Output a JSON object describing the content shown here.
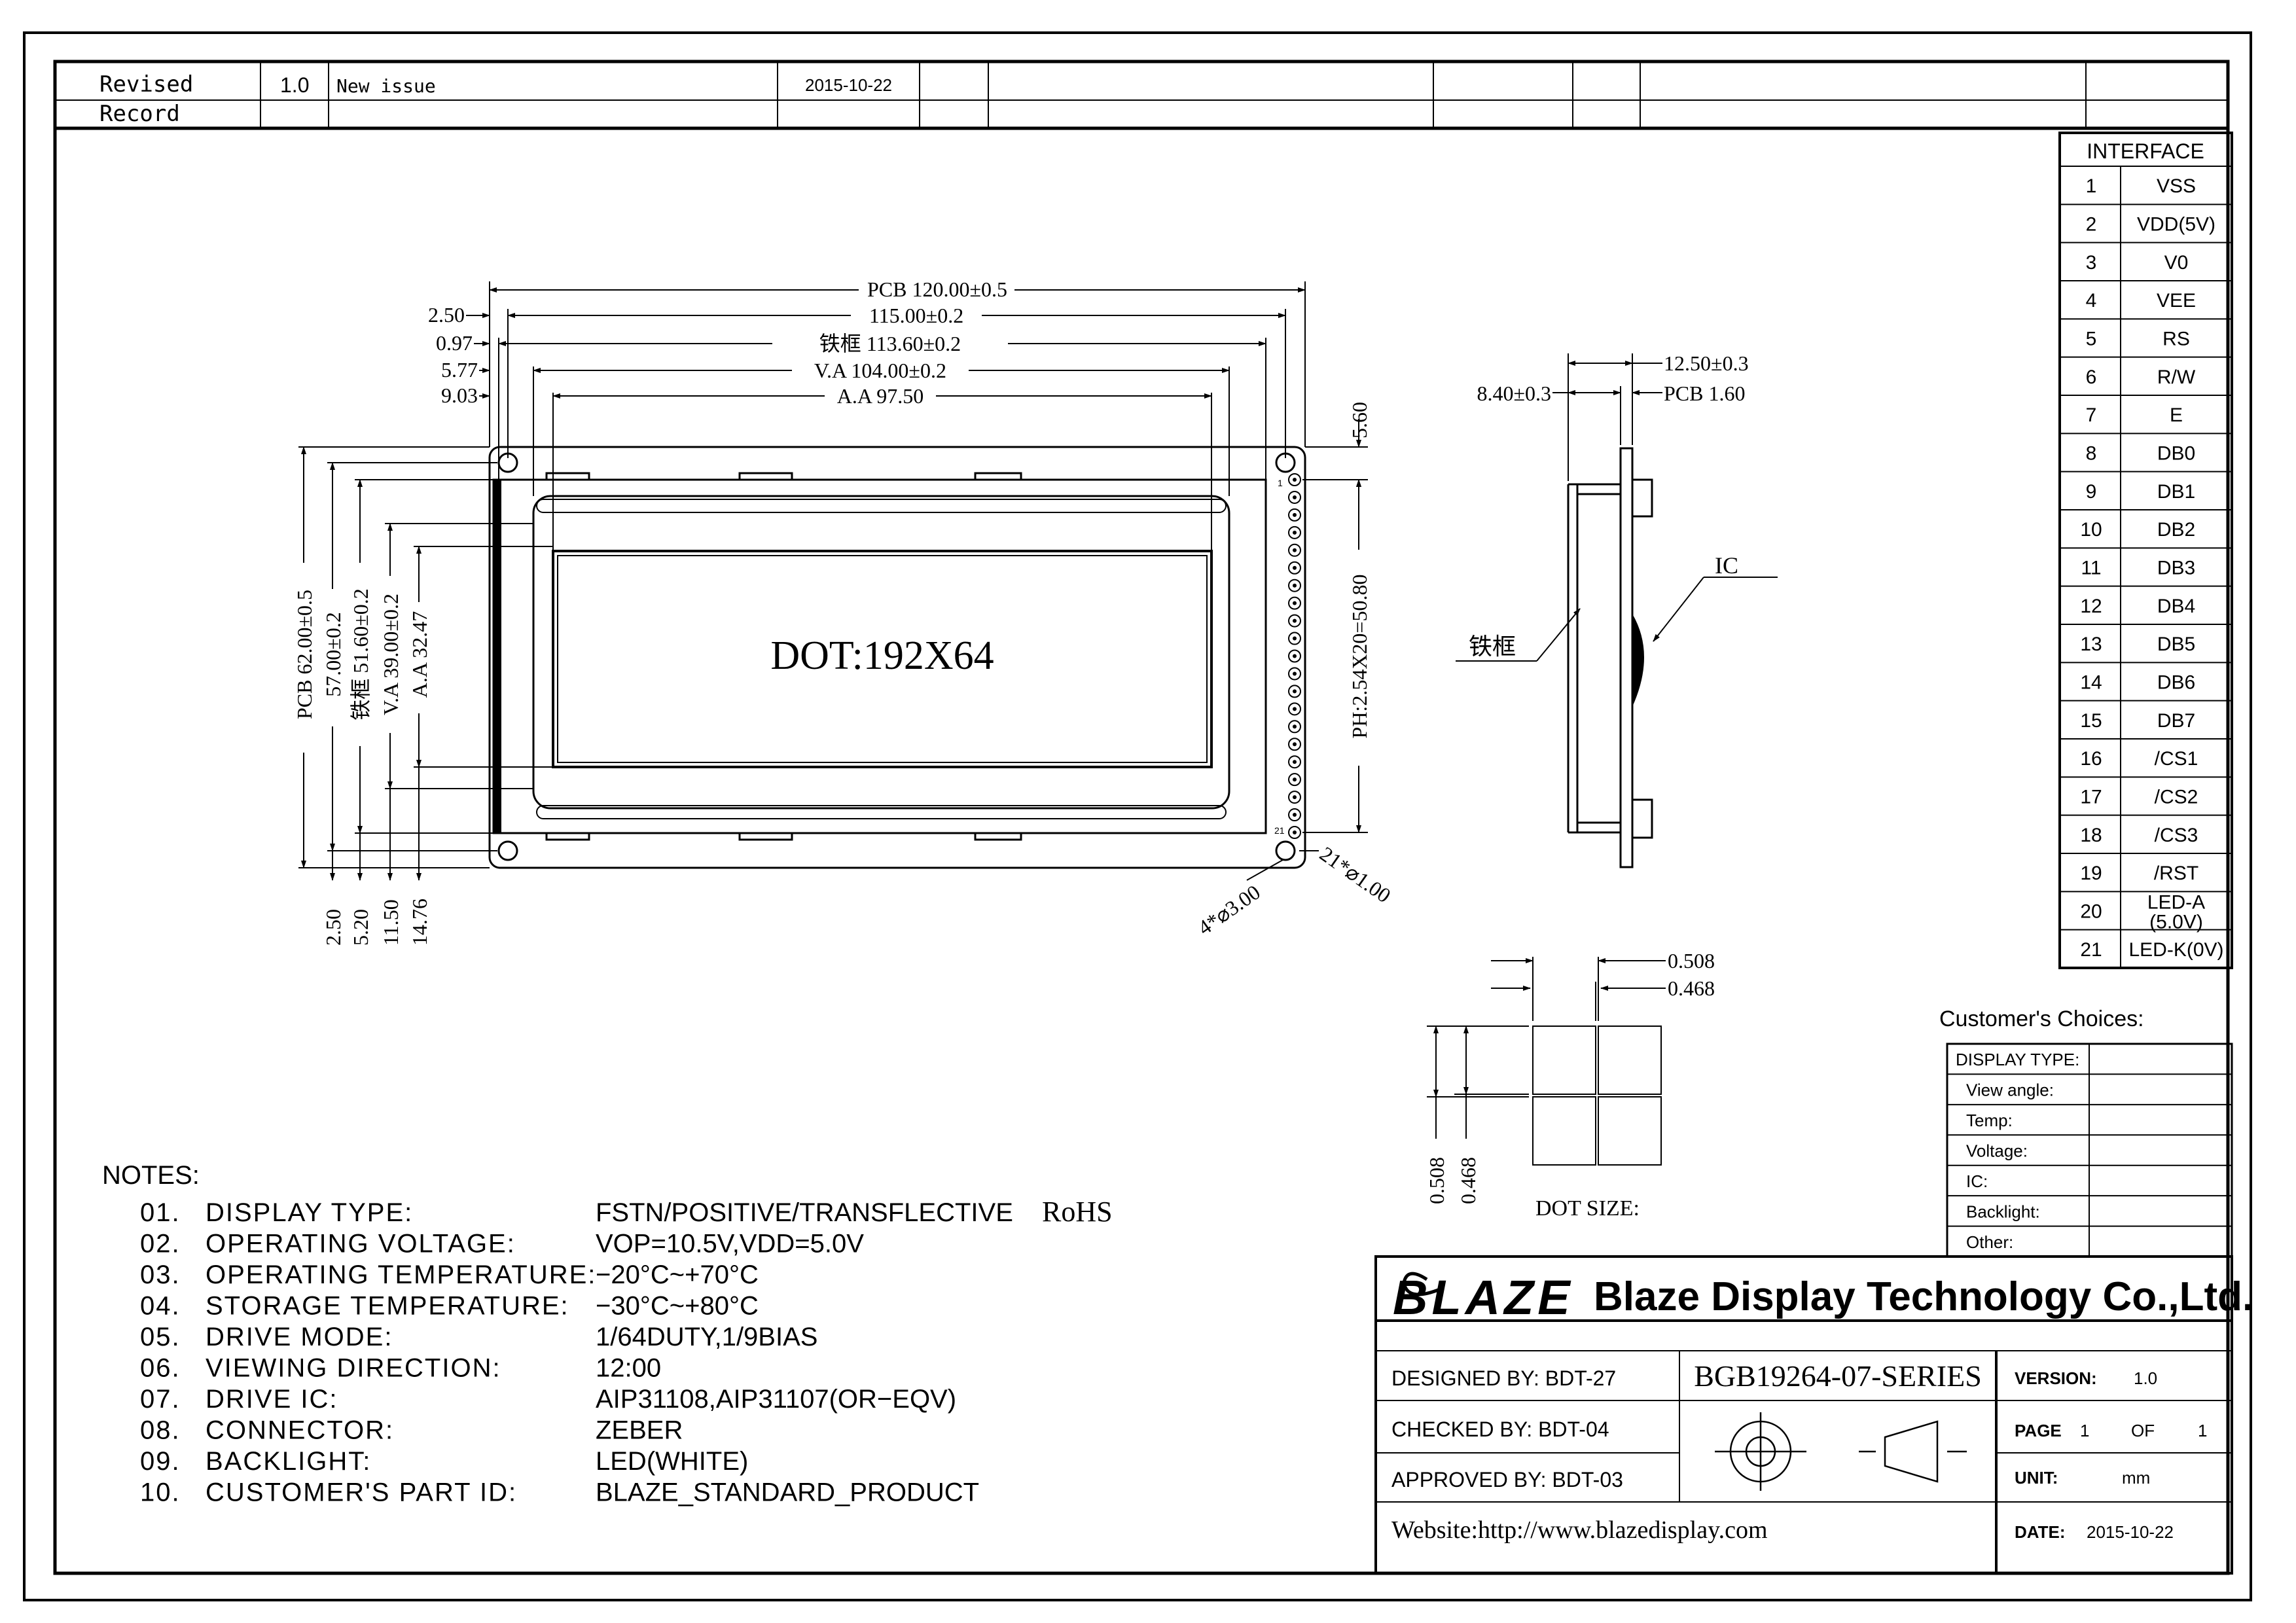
{
  "revision": {
    "label_line1": "Revised",
    "label_line2": "Record",
    "version": "1.0",
    "description": "New issue",
    "date": "2015-10-22"
  },
  "interface": {
    "title": "INTERFACE",
    "pins": [
      {
        "no": "1",
        "name": "VSS"
      },
      {
        "no": "2",
        "name": "VDD(5V)"
      },
      {
        "no": "3",
        "name": "V0"
      },
      {
        "no": "4",
        "name": "VEE"
      },
      {
        "no": "5",
        "name": "RS"
      },
      {
        "no": "6",
        "name": "R/W"
      },
      {
        "no": "7",
        "name": "E"
      },
      {
        "no": "8",
        "name": "DB0"
      },
      {
        "no": "9",
        "name": "DB1"
      },
      {
        "no": "10",
        "name": "DB2"
      },
      {
        "no": "11",
        "name": "DB3"
      },
      {
        "no": "12",
        "name": "DB4"
      },
      {
        "no": "13",
        "name": "DB5"
      },
      {
        "no": "14",
        "name": "DB6"
      },
      {
        "no": "15",
        "name": "DB7"
      },
      {
        "no": "16",
        "name": "/CS1"
      },
      {
        "no": "17",
        "name": "/CS2"
      },
      {
        "no": "18",
        "name": "/CS3"
      },
      {
        "no": "19",
        "name": "/RST"
      },
      {
        "no": "20",
        "name": "LED-A",
        "name2": "(5.0V)"
      },
      {
        "no": "21",
        "name": "LED-K(0V)"
      }
    ]
  },
  "front_view": {
    "dims_top": [
      "PCB 120.00±0.5",
      "115.00±0.2",
      "铁框 113.60±0.2",
      "V.A 104.00±0.2",
      "A.A 97.50"
    ],
    "dims_top_left": [
      "2.50",
      "0.97",
      "5.77",
      "9.03"
    ],
    "dims_left": [
      "PCB 62.00±0.5",
      "57.00±0.2",
      "铁框 51.60±0.2",
      "V.A 39.00±0.2",
      "A.A 32.47"
    ],
    "dims_bottom": [
      "2.50",
      "5.20",
      "11.50",
      "14.76"
    ],
    "dim_right_top": "5.60",
    "pin_pitch": "PH:2.54X20=50.80",
    "hole_spec": "4*⌀3.00",
    "pin_spec": "21*⌀1.00",
    "pin_first": "1",
    "pin_last": "21",
    "dot_label": "DOT:192X64"
  },
  "side_view": {
    "thickness": "12.50±0.3",
    "frame_depth": "8.40±0.3",
    "pcb": "PCB 1.60",
    "ic_label": "IC",
    "frame_label": "铁框"
  },
  "dot_size": {
    "pitch": "0.508",
    "size": "0.468",
    "label": "DOT SIZE:"
  },
  "customer": {
    "title": "Customer's Choices:",
    "rows": [
      "DISPLAY TYPE:",
      "View angle:",
      "Temp:",
      "Voltage:",
      "IC:",
      "Backlight:",
      "Other:"
    ]
  },
  "notes": {
    "title": "NOTES:",
    "items": [
      {
        "no": "01.",
        "label": "DISPLAY TYPE:",
        "value": "FSTN/POSITIVE/TRANSFLECTIVE",
        "extra": "RoHS"
      },
      {
        "no": "02.",
        "label": "OPERATING VOLTAGE:",
        "value": "VOP=10.5V,VDD=5.0V"
      },
      {
        "no": "03.",
        "label": "OPERATING TEMPERATURE:",
        "value": "−20°C~+70°C"
      },
      {
        "no": "04.",
        "label": "STORAGE TEMPERATURE:",
        "value": "−30°C~+80°C"
      },
      {
        "no": "05.",
        "label": "DRIVE MODE:",
        "value": "1/64DUTY,1/9BIAS"
      },
      {
        "no": "06.",
        "label": "VIEWING DIRECTION:",
        "value": "12:00"
      },
      {
        "no": "07.",
        "label": "DRIVE IC:",
        "value": "AIP31108,AIP31107(OR−EQV)"
      },
      {
        "no": "08.",
        "label": "CONNECTOR:",
        "value": "ZEBER"
      },
      {
        "no": "09.",
        "label": "BACKLIGHT:",
        "value": "LED(WHITE)"
      },
      {
        "no": "10.",
        "label": "CUSTOMER'S PART ID:",
        "value": "BLAZE_STANDARD_PRODUCT"
      }
    ]
  },
  "title_block": {
    "logo": "BLAZE",
    "company": "Blaze Display Technology Co.,Ltd.",
    "designed": "DESIGNED BY: BDT-27",
    "checked": "CHECKED BY: BDT-04",
    "approved": "APPROVED BY: BDT-03",
    "part_no": "BGB19264-07-SERIES",
    "version_label": "VERSION:",
    "version": "1.0",
    "page_label": "PAGE",
    "page": "1",
    "of_label": "OF",
    "of": "1",
    "unit_label": "UNIT:",
    "unit": "mm",
    "date_label": "DATE:",
    "date": "2015-10-22",
    "website": "Website:http://www.blazedisplay.com"
  }
}
